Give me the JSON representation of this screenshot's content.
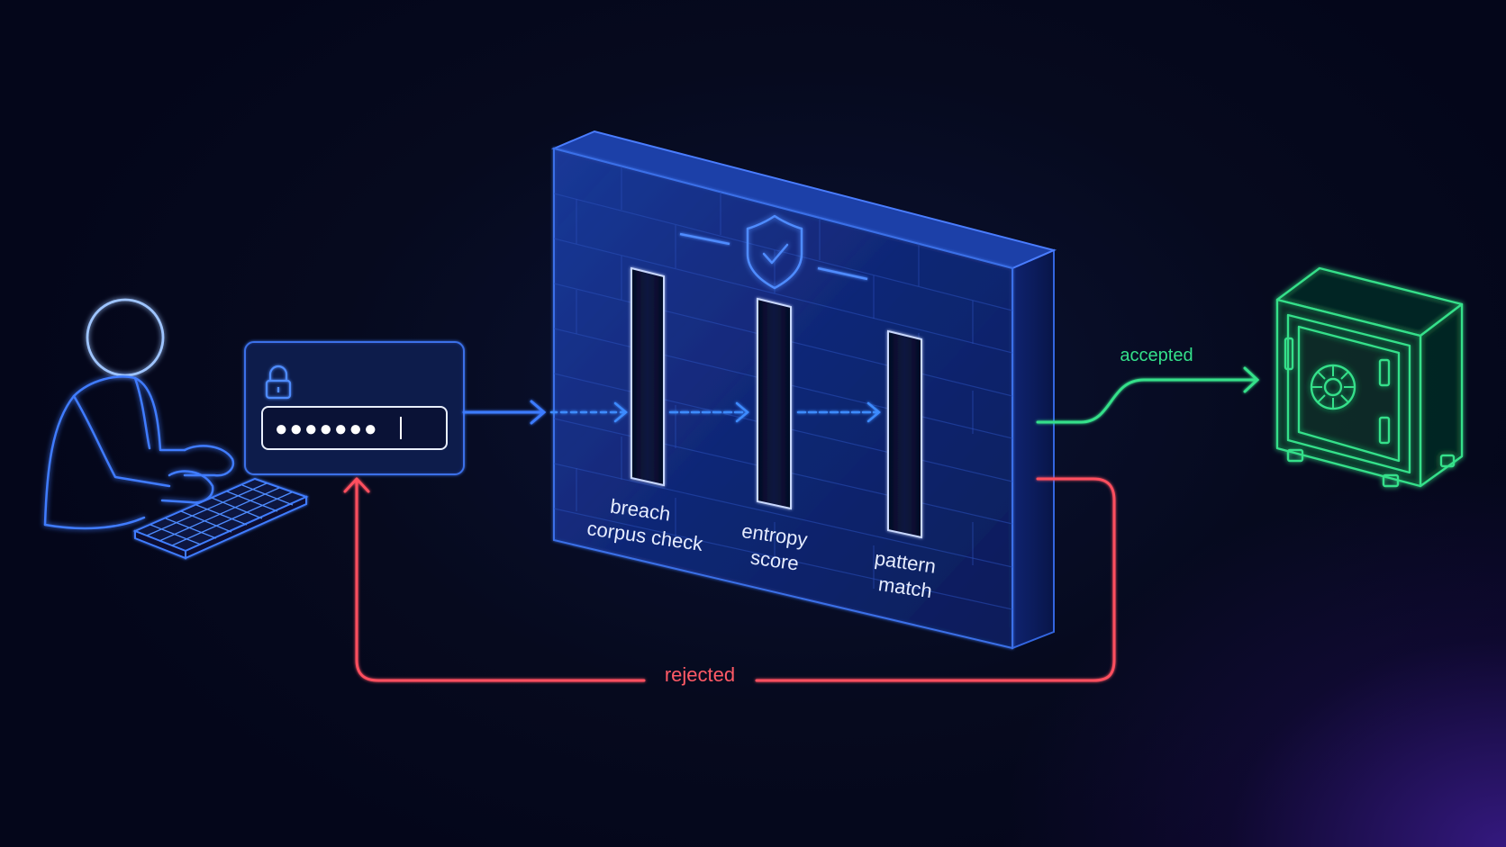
{
  "password_field": {
    "masked_value": "●●●●●●●",
    "lock_icon": "lock-icon"
  },
  "wall": {
    "shield_icon": "shield-check-icon",
    "stages": [
      {
        "line1": "breach",
        "line2": "corpus check"
      },
      {
        "line1": "entropy",
        "line2": "score"
      },
      {
        "line1": "pattern",
        "line2": "match"
      }
    ]
  },
  "outcomes": {
    "accepted": "accepted",
    "rejected": "rejected"
  },
  "colors": {
    "blue": "#3d7bff",
    "green": "#34e08a",
    "red": "#ff4f5e",
    "cyan": "#4fc6ff"
  }
}
